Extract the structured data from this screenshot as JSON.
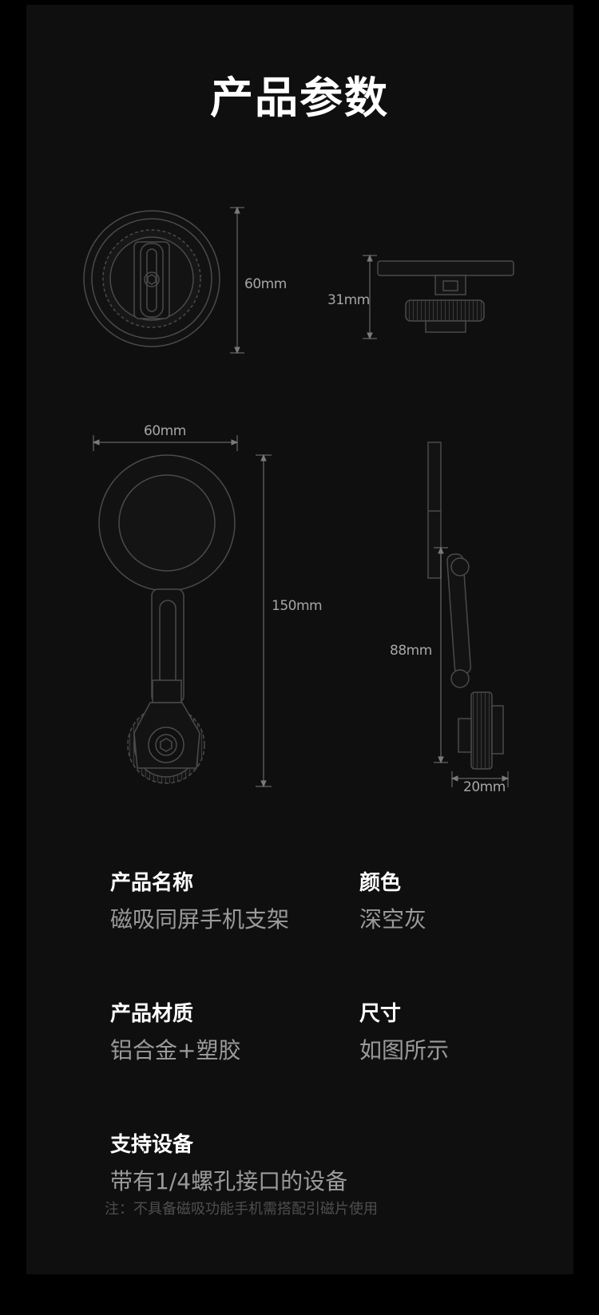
{
  "page": {
    "title": "产品参数"
  },
  "dimensions": {
    "top_front_height": "60mm",
    "top_side_height": "31mm",
    "bottom_front_width": "60mm",
    "bottom_front_height": "150mm",
    "bottom_side_height": "88mm",
    "bottom_side_depth": "20mm"
  },
  "specs": {
    "name_label": "产品名称",
    "name_value": "磁吸同屏手机支架",
    "color_label": "颜色",
    "color_value": "深空灰",
    "material_label": "产品材质",
    "material_value": "铝合金+塑胶",
    "size_label": "尺寸",
    "size_value": "如图所示",
    "devices_label": "支持设备",
    "devices_value": "带有1/4螺孔接口的设备",
    "note": "注：不具备磁吸功能手机需搭配引磁片使用"
  }
}
